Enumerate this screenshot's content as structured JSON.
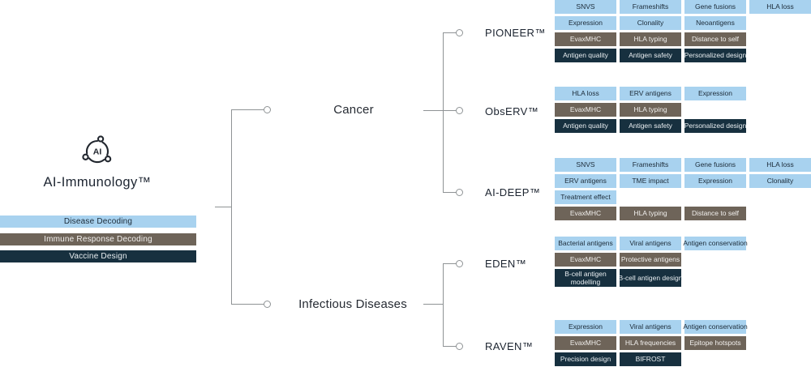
{
  "colors": {
    "disease": "#a8d2ef",
    "immune": "#6e6459",
    "vaccine": "#17303f",
    "line": "#8f9395",
    "text_dark": "#1d2531"
  },
  "platform": {
    "logo_text": "AI",
    "title": "AI-Immunology™",
    "legend": [
      {
        "label": "Disease Decoding",
        "type": "disease"
      },
      {
        "label": "Immune Response Decoding",
        "type": "immune"
      },
      {
        "label": "Vaccine Design",
        "type": "vaccine"
      }
    ]
  },
  "branches": [
    {
      "label": "Cancer"
    },
    {
      "label": "Infectious Diseases"
    }
  ],
  "products": [
    {
      "name": "PIONEER™",
      "branch": "Cancer",
      "rows": [
        {
          "type": "disease",
          "tags": [
            "SNVS",
            "Frameshifts",
            "Gene fusions",
            "HLA loss"
          ]
        },
        {
          "type": "disease",
          "tags": [
            "Expression",
            "Clonality",
            "Neoantigens"
          ]
        },
        {
          "type": "immune",
          "tags": [
            "EvaxMHC",
            "HLA typing",
            "Distance to self"
          ]
        },
        {
          "type": "vaccine",
          "tags": [
            "Antigen quality",
            "Antigen safety",
            "Personalized design"
          ]
        }
      ]
    },
    {
      "name": "ObsERV™",
      "branch": "Cancer",
      "rows": [
        {
          "type": "disease",
          "tags": [
            "HLA loss",
            "ERV antigens",
            "Expression"
          ]
        },
        {
          "type": "immune",
          "tags": [
            "EvaxMHC",
            "HLA typing"
          ]
        },
        {
          "type": "vaccine",
          "tags": [
            "Antigen quality",
            "Antigen safety",
            "Personalized design"
          ]
        }
      ]
    },
    {
      "name": "AI-DEEP™",
      "branch": "Cancer",
      "rows": [
        {
          "type": "disease",
          "tags": [
            "SNVS",
            "Frameshifts",
            "Gene fusions",
            "HLA loss"
          ]
        },
        {
          "type": "disease",
          "tags": [
            "ERV antigens",
            "TME impact",
            "Expression",
            "Clonality"
          ]
        },
        {
          "type": "disease",
          "tags": [
            "Treatment effect"
          ]
        },
        {
          "type": "immune",
          "tags": [
            "EvaxMHC",
            "HLA typing",
            "Distance to self"
          ]
        }
      ]
    },
    {
      "name": "EDEN™",
      "branch": "Infectious Diseases",
      "rows": [
        {
          "type": "disease",
          "tags": [
            "Bacterial antigens",
            "Viral antigens",
            "Antigen conservation"
          ]
        },
        {
          "type": "immune",
          "tags": [
            "EvaxMHC",
            "Protective antigens"
          ]
        },
        {
          "type": "vaccine",
          "tags": [
            "B-cell antigen modelling",
            "B-cell antigen design"
          ]
        }
      ]
    },
    {
      "name": "RAVEN™",
      "branch": "Infectious Diseases",
      "rows": [
        {
          "type": "disease",
          "tags": [
            "Expression",
            "Viral antigens",
            "Antigen conservation"
          ]
        },
        {
          "type": "immune",
          "tags": [
            "EvaxMHC",
            "HLA frequencies",
            "Epitope hotspots"
          ]
        },
        {
          "type": "vaccine",
          "tags": [
            "Precision design",
            "BIFROST"
          ]
        }
      ]
    }
  ]
}
